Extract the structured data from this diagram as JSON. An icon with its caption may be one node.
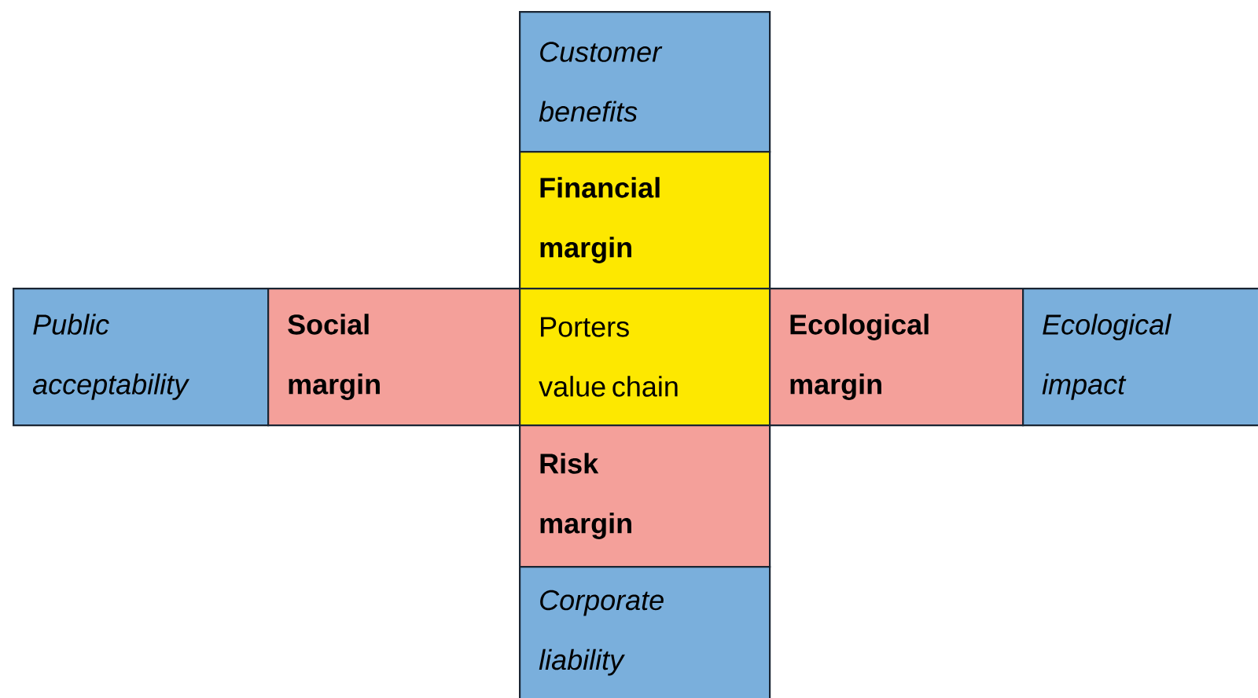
{
  "diagram": {
    "nodes": [
      {
        "text": [
          "Customer benefits"
        ]
      },
      {
        "text": [
          "Financial margin"
        ]
      },
      {
        "text": [
          "Public acceptability"
        ]
      },
      {
        "text": [
          "Social margin"
        ]
      },
      {
        "text": [
          "Porters value chain"
        ]
      },
      {
        "text": [
          "Ecological margin"
        ]
      },
      {
        "text": [
          "Ecological impact"
        ]
      },
      {
        "text": [
          "Risk margin"
        ]
      },
      {
        "text": [
          "Corporate liability"
        ]
      }
    ]
  }
}
